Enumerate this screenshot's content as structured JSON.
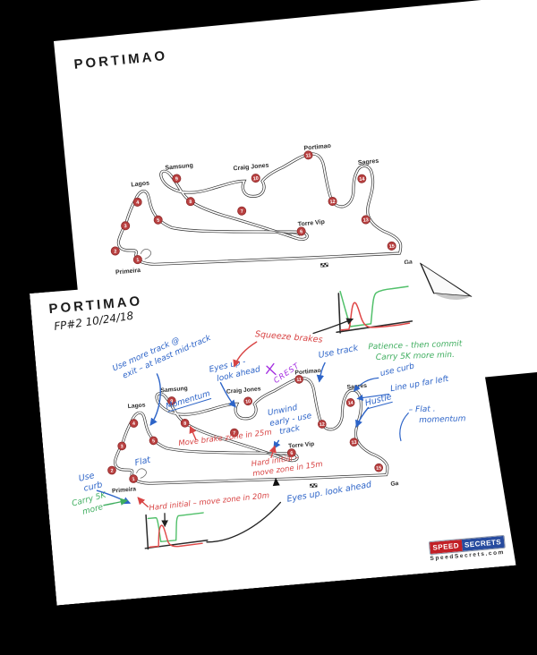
{
  "app": {
    "background_color": "#000000"
  },
  "track_map": {
    "turn_numbers": [
      "1",
      "2",
      "3",
      "4",
      "5",
      "6",
      "7",
      "8",
      "9",
      "10",
      "11",
      "12",
      "13",
      "14",
      "15"
    ],
    "corner_labels": [
      "Primeira",
      "Lagos",
      "Samsung",
      "Craig Jones",
      "Torre Vip",
      "Portimao",
      "Sagres",
      "Galp"
    ],
    "badge_color": "#b94040"
  },
  "back_sheet": {
    "title": "PORTIMAO"
  },
  "front_sheet": {
    "title": "PORTIMAO",
    "session_note": "FP#2   10/24/18",
    "annotations": {
      "use_more_track": {
        "color": "blue",
        "lines": [
          "Use more track @",
          "exit – at least mid-track"
        ]
      },
      "squeeze_brakes": {
        "color": "red",
        "lines": [
          "Squeeze brakes"
        ]
      },
      "use_track": {
        "color": "blue",
        "lines": [
          "Use track"
        ]
      },
      "patience": {
        "color": "green",
        "lines": [
          "Patience - then commit",
          "Carry 5K more min."
        ]
      },
      "use_curb_right": {
        "color": "blue",
        "lines": [
          "use curb"
        ]
      },
      "line_up_far_left": {
        "color": "blue",
        "lines": [
          "Line up far left"
        ]
      },
      "hustle": {
        "color": "blue",
        "lines": [
          "Hustle"
        ]
      },
      "flat_momentum": {
        "color": "blue",
        "lines": [
          "– Flat .",
          "momentum"
        ]
      },
      "unwind_early": {
        "color": "blue",
        "lines": [
          "Unwind",
          "early - use",
          "track"
        ]
      },
      "crest": {
        "color": "purple",
        "lines": [
          "CREST"
        ]
      },
      "eyes_up_top": {
        "color": "blue",
        "lines": [
          "Eyes up -",
          "look ahead"
        ]
      },
      "momentum": {
        "color": "blue",
        "lines": [
          "Momentum"
        ]
      },
      "move_brake_zone_25": {
        "color": "red",
        "lines": [
          "Move brake zone in 25m"
        ]
      },
      "hard_initial_15": {
        "color": "red",
        "lines": [
          "Hard initial –",
          "move zone in 15m"
        ]
      },
      "flat_left": {
        "color": "blue",
        "lines": [
          "Flat"
        ]
      },
      "use_curb_left": {
        "color": "blue",
        "lines": [
          "Use",
          "curb"
        ]
      },
      "carry_5k": {
        "color": "green",
        "lines": [
          "Carry 5K",
          "more"
        ]
      },
      "hard_initial_20": {
        "color": "red",
        "lines": [
          "Hard initial – move zone in 20m"
        ]
      },
      "eyes_up_bottom": {
        "color": "blue",
        "lines": [
          "Eyes up. look ahead"
        ]
      }
    },
    "logo": {
      "part1": "SPEED",
      "part2": "SECRETS",
      "website": "SpeedSecrets.com"
    }
  },
  "ink_colors": {
    "blue": "#2d64c8",
    "red": "#d84444",
    "green": "#3fae5f",
    "purple": "#a32de0",
    "black": "#222222"
  }
}
